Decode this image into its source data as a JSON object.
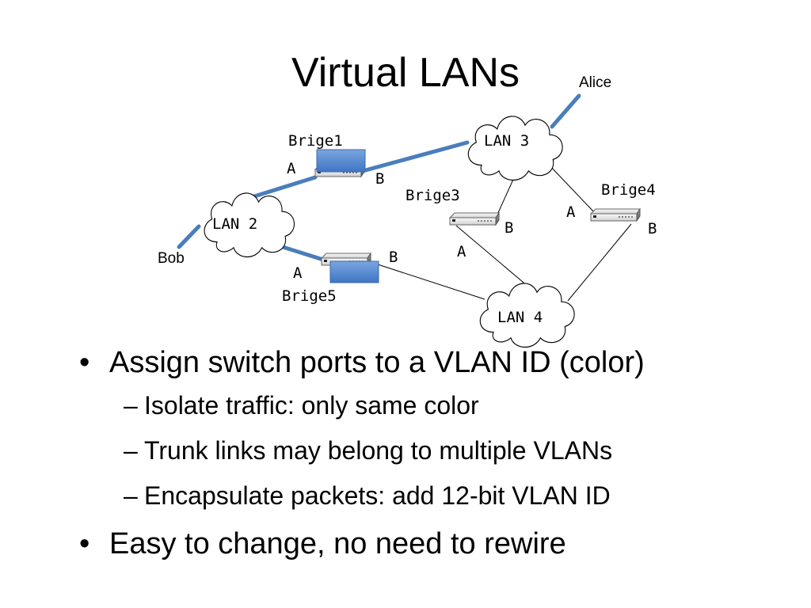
{
  "slide": {
    "title": "Virtual LANs",
    "diagram": {
      "lans": {
        "lan2": "LAN 2",
        "lan3": "LAN 3",
        "lan4": "LAN 4"
      },
      "hosts": {
        "alice": "Alice",
        "bob": "Bob"
      },
      "bridges": {
        "bridge1": {
          "name": "Brige1",
          "port_a": "A",
          "port_b": "B"
        },
        "bridge3": {
          "name": "Brige3",
          "port_a": "A",
          "port_b": "B"
        },
        "bridge4": {
          "name": "Brige4",
          "port_a": "A",
          "port_b": "B"
        },
        "bridge5": {
          "name": "Brige5",
          "port_a": "A",
          "port_b": "B"
        }
      },
      "colors": {
        "vlan_link": "#4a7ebb",
        "plain_link": "#000000",
        "highlight_box": "#4a7ebb"
      }
    },
    "bullets": [
      {
        "text": "Assign switch ports to a VLAN ID (color)",
        "sub": [
          "Isolate traffic: only same color",
          "Trunk links may belong to multiple VLANs",
          "Encapsulate packets: add 12-bit VLAN ID"
        ]
      },
      {
        "text": "Easy to change, no need to rewire",
        "sub": []
      }
    ]
  }
}
